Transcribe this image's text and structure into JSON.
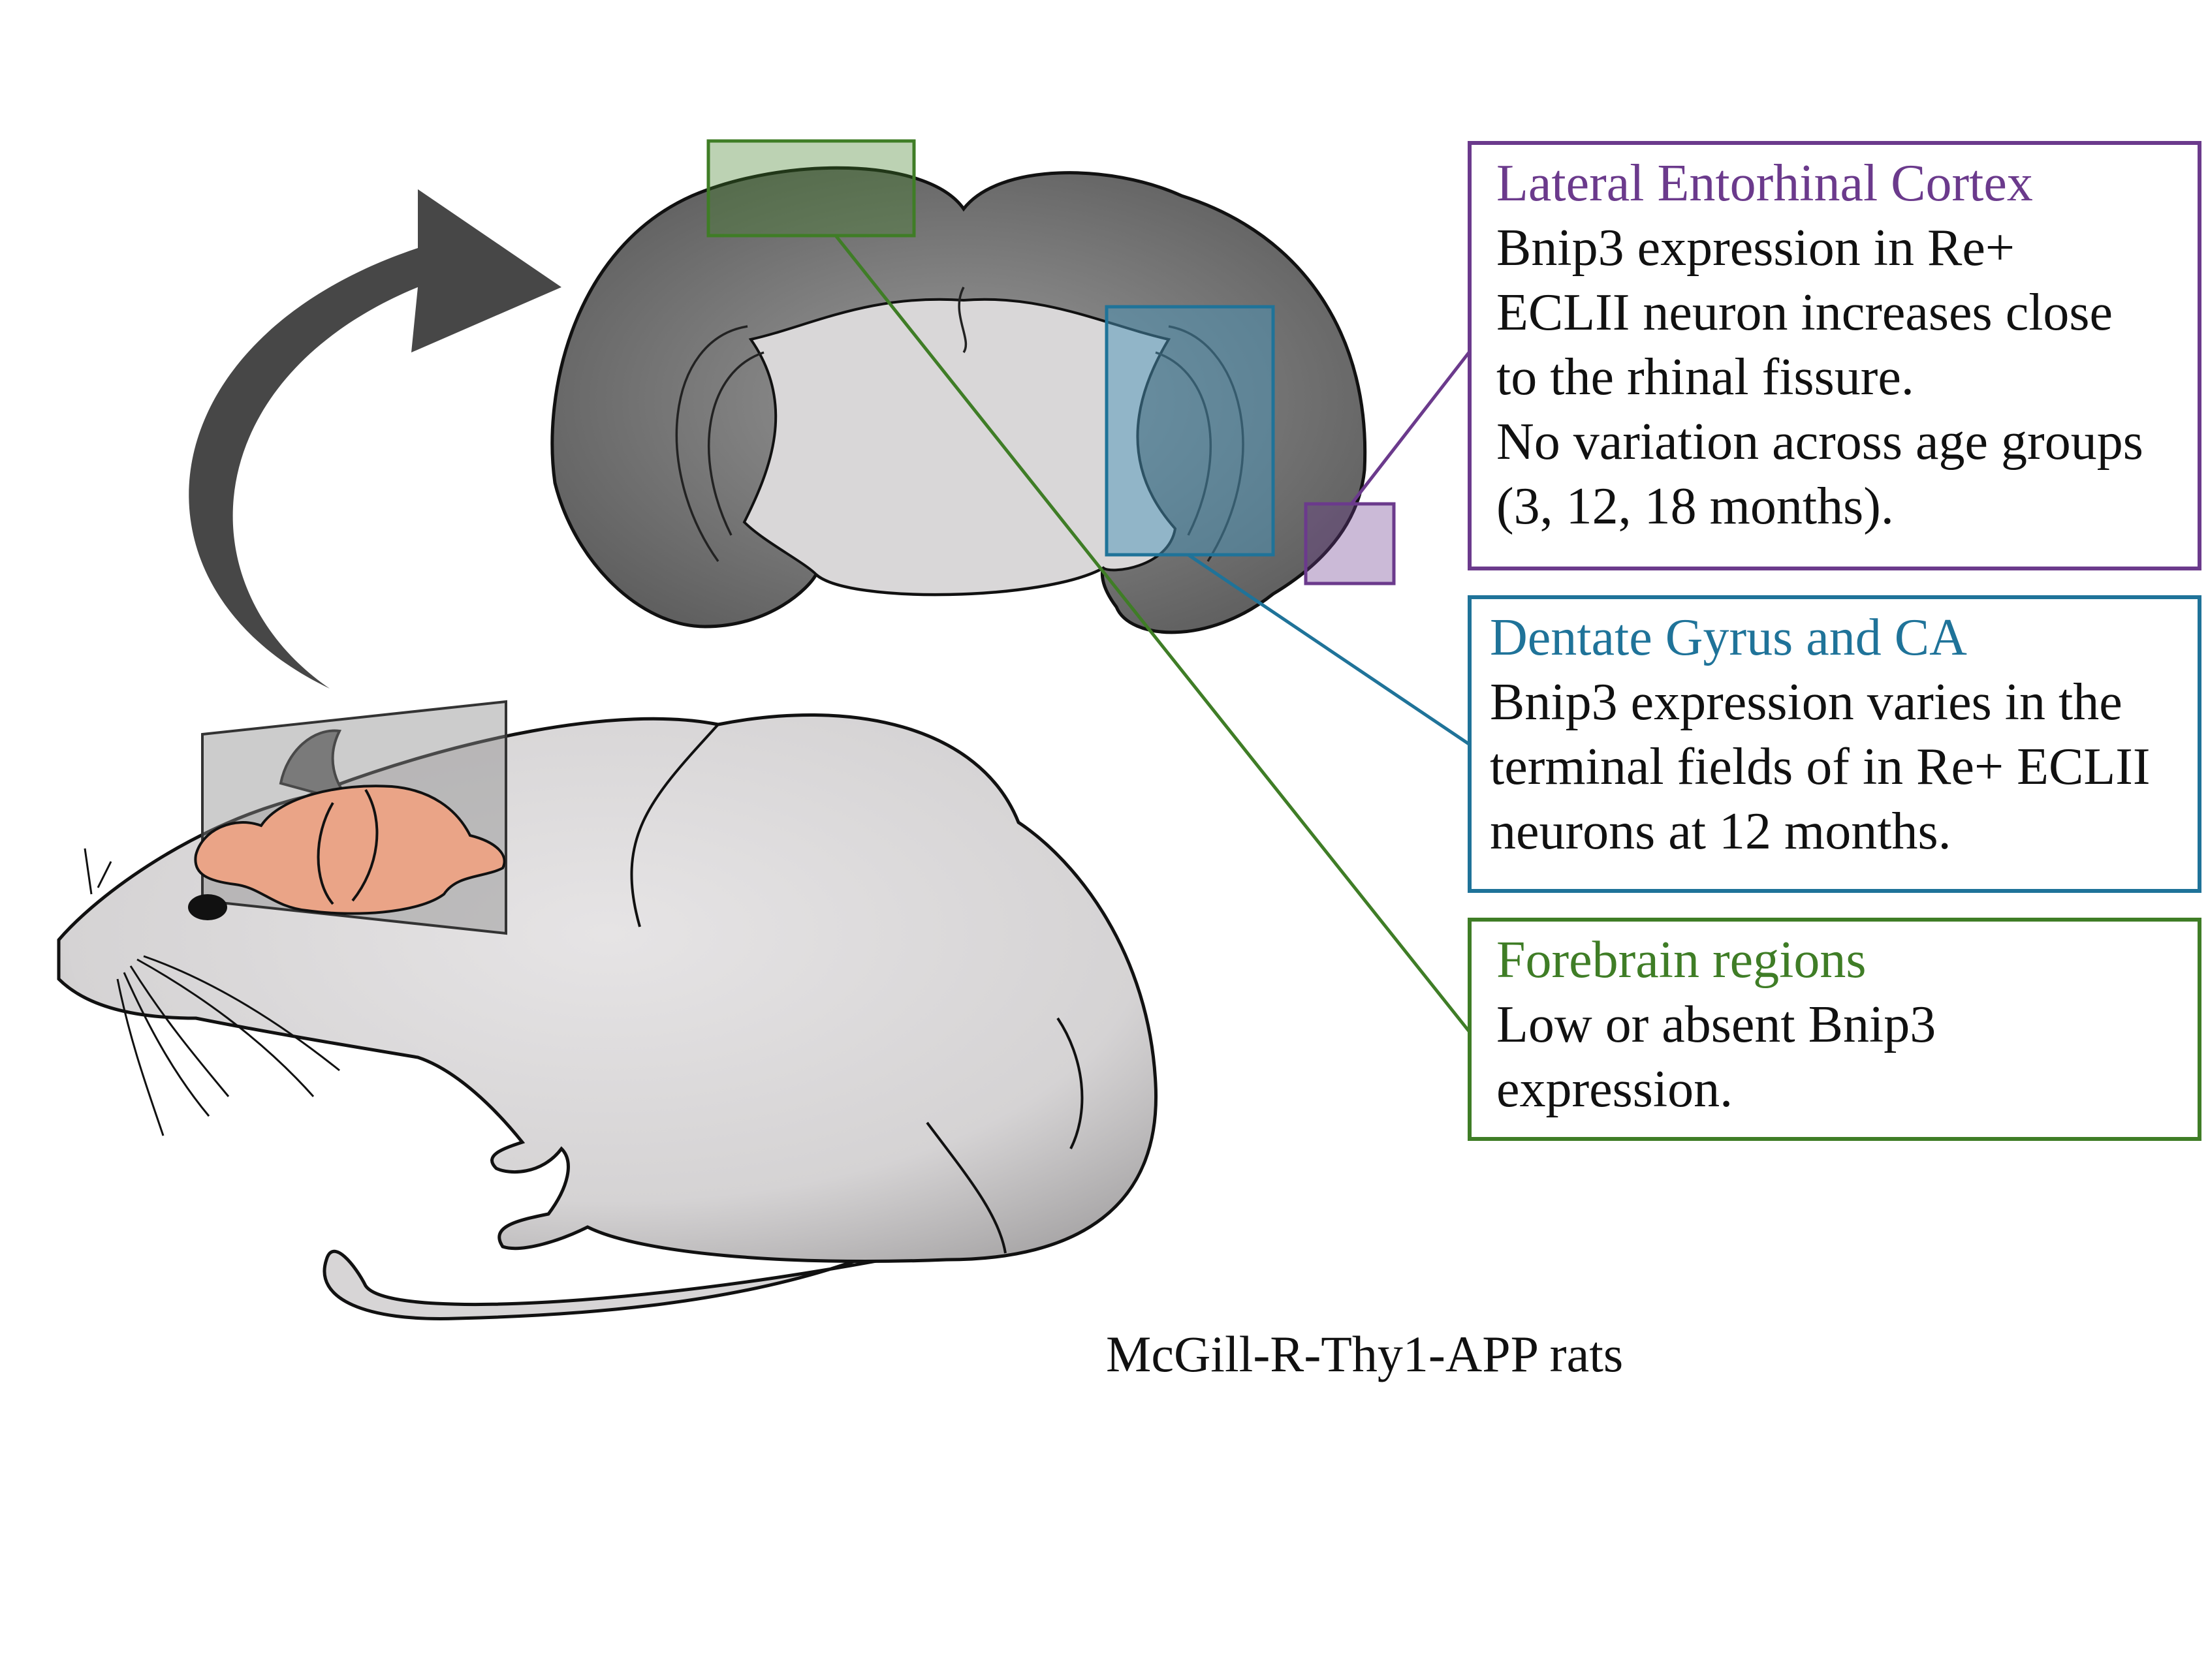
{
  "panels": [
    {
      "id": "lec",
      "color": "#6b3a8c",
      "title": "Lateral Entorhinal Cortex",
      "lines": [
        "Bnip3 expression in Re+",
        "ECLII neuron increases close",
        "to the rhinal fissure.",
        "No variation across age groups",
        "(3, 12, 18 months)."
      ]
    },
    {
      "id": "dg",
      "color": "#1f7399",
      "title": "Dentate Gyrus and CA",
      "lines": [
        "Bnip3 expression varies in the",
        "terminal fields of in Re+ ECLII",
        "neurons at 12 months."
      ]
    },
    {
      "id": "fb",
      "color": "#3f7d26",
      "title": "Forebrain regions",
      "lines": [
        "Low or absent Bnip3",
        "expression."
      ]
    }
  ],
  "caption": "McGill-R-Thy1-APP rats",
  "colors": {
    "rat_body": "#d7d5d6",
    "brain_section_cortex": "#7c7c7c",
    "brain_section_core": "#d9d7d8",
    "rat_brain": "#eaa487",
    "arrow": "#474747"
  }
}
